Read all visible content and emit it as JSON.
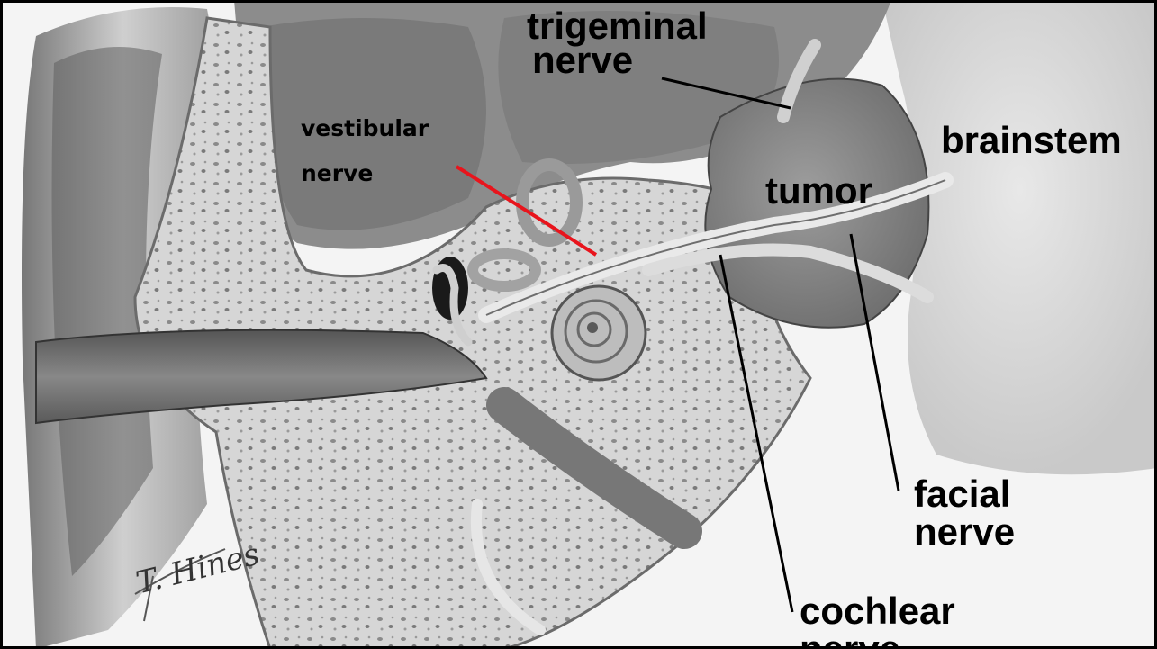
{
  "labels": {
    "trigeminal_nerve": [
      "trigeminal",
      "nerve"
    ],
    "vestibular_nerve": [
      "vestibular",
      "nerve"
    ],
    "brainstem": "brainstem",
    "tumor": "tumor",
    "facial_nerve": [
      "facial",
      "nerve"
    ],
    "cochlear_nerve": [
      "cochlear",
      "nerve"
    ]
  },
  "signature": "T. Hines",
  "colors": {
    "vestibular_pointer": "#e8141c",
    "pointer_lines": "#000000",
    "frame": "#000000"
  }
}
